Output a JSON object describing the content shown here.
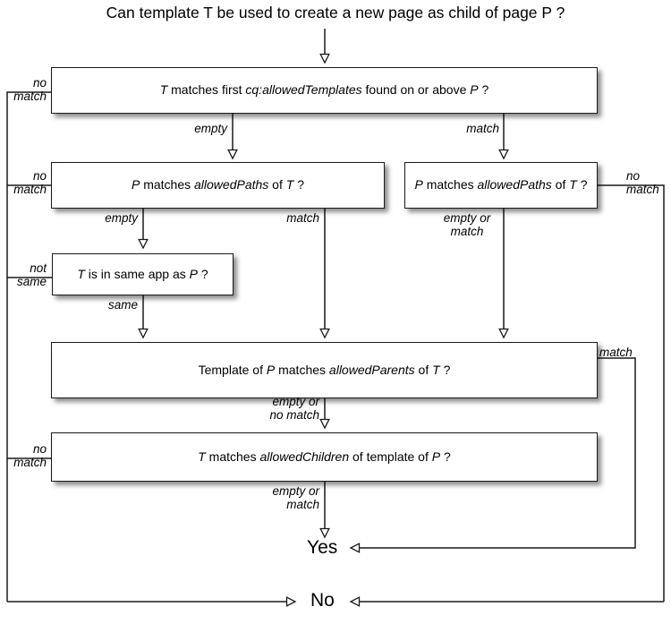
{
  "title": "Can template T be used to create a new page as child of page P ?",
  "nodes": [
    {
      "id": "allowed-templates",
      "label": "T matches first cq:allowedTemplates found on or above P ?"
    },
    {
      "id": "allowed-paths-left",
      "label": "P matches allowedPaths of T ?"
    },
    {
      "id": "allowed-paths-right",
      "label": "P matches allowedPaths of T ?"
    },
    {
      "id": "same-app",
      "label": "T is in same app as P ?"
    },
    {
      "id": "allowed-parents",
      "label": "Template of P matches allowedParents of T ?"
    },
    {
      "id": "allowed-children",
      "label": "T matches allowedChildren of template of P ?"
    }
  ],
  "edge_labels": {
    "templates_no_match": "no\nmatch",
    "templates_empty": "empty",
    "templates_match": "match",
    "paths_left_no_match": "no\nmatch",
    "paths_left_empty": "empty",
    "paths_left_match": "match",
    "paths_right_no_match": "no\nmatch",
    "paths_right_empty_or_match": "empty or\nmatch",
    "same_app_not_same": "not\nsame",
    "same_app_same": "same",
    "parents_match": "match",
    "parents_empty_or_no_match": "empty or\nno match",
    "children_no_match": "no\nmatch",
    "children_empty_or_match": "empty or\nmatch"
  },
  "terminals": {
    "yes": "Yes",
    "no": "No"
  },
  "colors": {
    "stroke": "#1a1a1a",
    "box_fill": "#ffffff",
    "background": "#ffffff",
    "text": "#000000"
  }
}
